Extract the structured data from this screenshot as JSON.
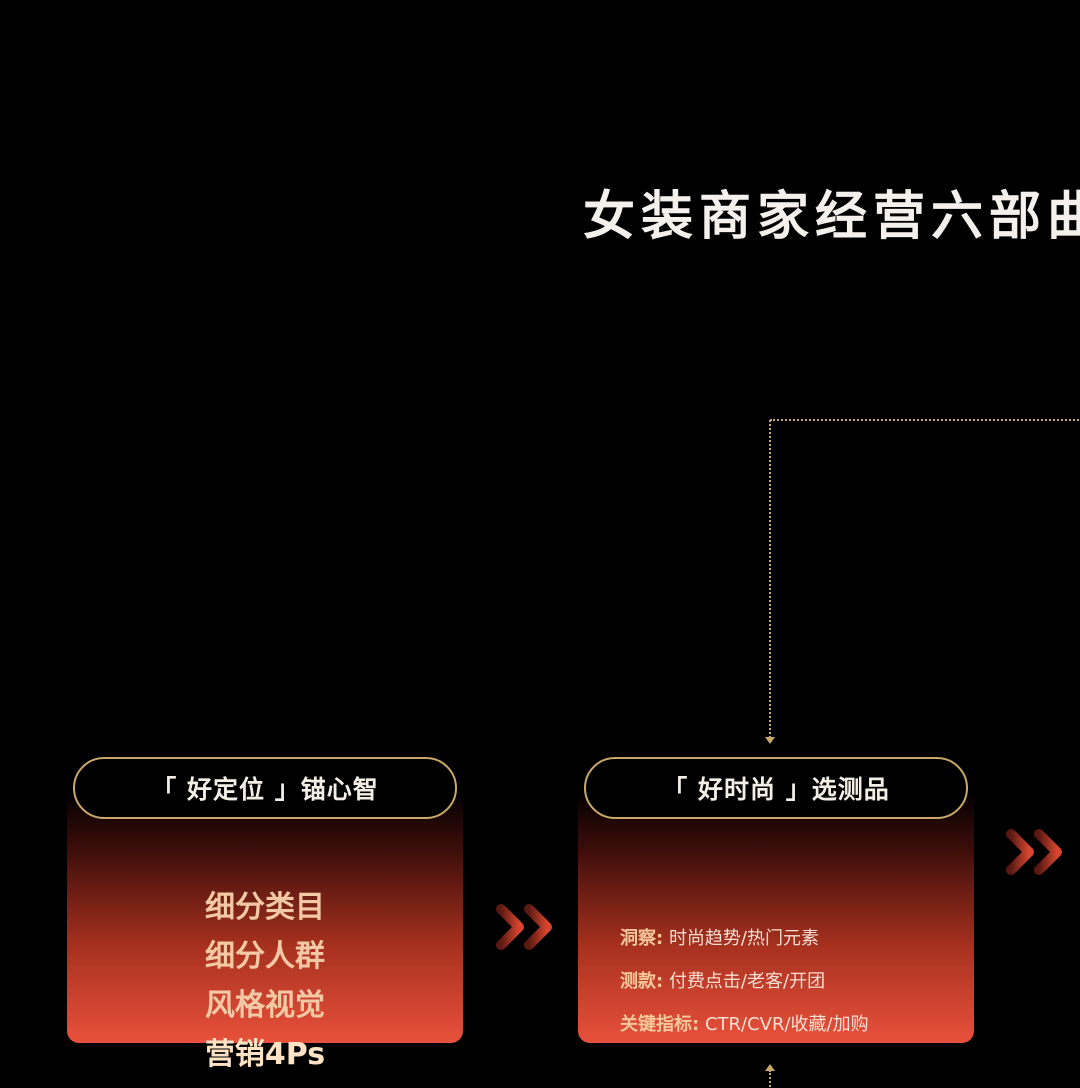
{
  "title": "女装商家经营六部曲",
  "stages": [
    {
      "header": "「 好定位 」锚心智",
      "items": [
        "细分类目",
        "细分人群",
        "风格视觉",
        "营销4Ps"
      ]
    },
    {
      "header": "「 好时尚 」选测品",
      "details": [
        {
          "key": "洞察:",
          "value": "时尚趋势/热门元素"
        },
        {
          "key": "测款:",
          "value": "付费点击/老客/开团"
        },
        {
          "key": "关键指标:",
          "value": "CTR/CVR/收藏/加购"
        }
      ]
    }
  ],
  "colors": {
    "background": "#000000",
    "gold_border": "#c9a86a",
    "card_gradient_top": "#000000",
    "card_gradient_bottom": "#e8513c",
    "chevron": "#c23a27"
  },
  "icons": {
    "flow_arrow": "double-chevron-right-icon",
    "connector": "dotted-arrow-down-icon"
  }
}
